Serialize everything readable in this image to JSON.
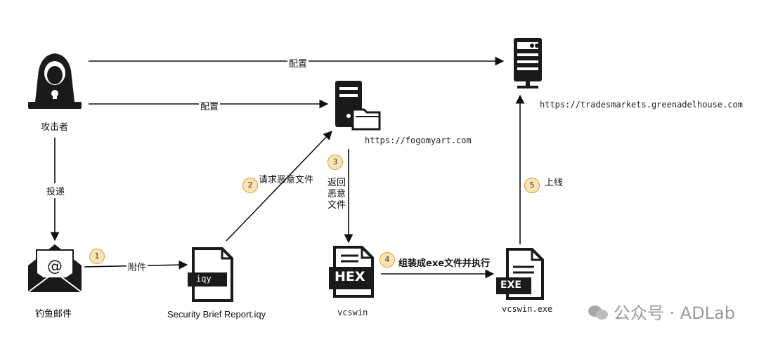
{
  "nodes": {
    "attacker": "攻击者",
    "phishing_email": "钓鱼邮件",
    "attachment_file": "Security Brief Report.iqy",
    "attachment_badge": "iqy",
    "server1_url": "https://fogomyart.com",
    "hex_file": "vcswin",
    "hex_badge": "HEX",
    "exe_file": "vcswin.exe",
    "exe_badge": "EXE",
    "server2_url": "https://tradesmarkets.greenadelhouse.com"
  },
  "edges": {
    "config_top": "配置",
    "config_mid": "配置",
    "deliver": "投递",
    "attach": "附件",
    "request": "请求恶意文件",
    "return_l1": "返回",
    "return_l2": "恶意",
    "return_l3": "文件",
    "assemble": "组装成exe文件并执行",
    "online": "上线"
  },
  "steps": [
    "1",
    "2",
    "3",
    "4",
    "5"
  ],
  "watermark": "公众号 · ADLab",
  "colors": {
    "step_fill": "#fbe3b4",
    "step_border": "#d99a3a",
    "icon": "#1a1a1a"
  }
}
